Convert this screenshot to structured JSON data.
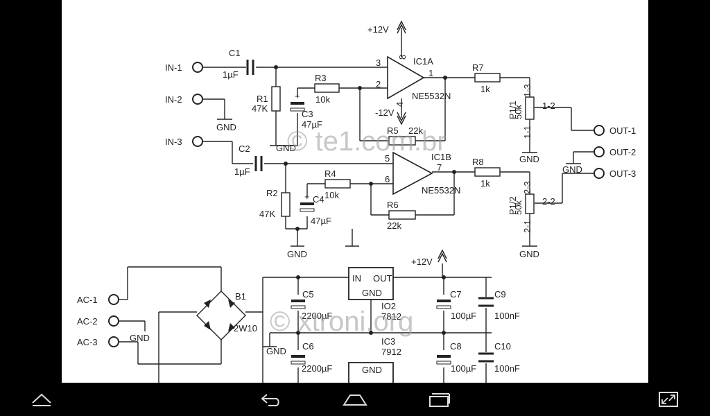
{
  "schematic": {
    "watermarks": [
      "© te1.com.br",
      "© xtroni.org"
    ],
    "power": {
      "pos": "+12V",
      "neg": "-12V"
    },
    "inputs": [
      "IN-1",
      "IN-2",
      "IN-3"
    ],
    "outputs": [
      "OUT-1",
      "OUT-2",
      "OUT-3"
    ],
    "ac": [
      "AC-1",
      "AC-2",
      "AC-3"
    ],
    "gnd": "GND",
    "opamps": {
      "a": {
        "name": "IC1A",
        "part": "NE5532N",
        "pins": [
          "3",
          "2",
          "1",
          "8",
          "4"
        ]
      },
      "b": {
        "name": "IC1B",
        "part": "NE5532N",
        "pins": [
          "5",
          "6",
          "7"
        ]
      }
    },
    "components": {
      "c1": "C1",
      "c1v": "1µF",
      "c2": "C2",
      "c2v": "1µF",
      "r1": "R1",
      "r1v": "47K",
      "r2": "R2",
      "r2v": "47K",
      "r3": "R3",
      "r3v": "10k",
      "r4": "R4",
      "r4v": "10k",
      "r5": "R5",
      "r5v": "22k",
      "r6": "R6",
      "r6v": "22k",
      "r7": "R7",
      "r7v": "1k",
      "r8": "R8",
      "r8v": "1k",
      "c3": "C3",
      "c3v": "47µF",
      "c4": "C4",
      "c4v": "47µF",
      "p1a": "P1/1",
      "p1b": "P1/2",
      "pv": "50k",
      "p_pins": [
        "1-3",
        "1-1",
        "1-2",
        "2-3",
        "2-1",
        "2-2"
      ],
      "b1": "B1",
      "b1v": "2W10",
      "c5": "C5",
      "c5v": "2200µF",
      "c6": "C6",
      "c6v": "2200µF",
      "io2": "IO2",
      "io2v": "7812",
      "ic3": "IC3",
      "ic3v": "7912",
      "reg_in": "IN",
      "reg_out": "OUT",
      "reg_gnd": "GND",
      "c7": "C7",
      "c7v": "100µF",
      "c8": "C8",
      "c8v": "100µF",
      "c9": "C9",
      "c9v": "100nF",
      "c10": "C10",
      "c10v": "100nF",
      "plus": "+"
    }
  },
  "nav": {
    "buttons": [
      "keyboard-hide",
      "back",
      "home",
      "recent-apps",
      "fullscreen-exit"
    ]
  }
}
